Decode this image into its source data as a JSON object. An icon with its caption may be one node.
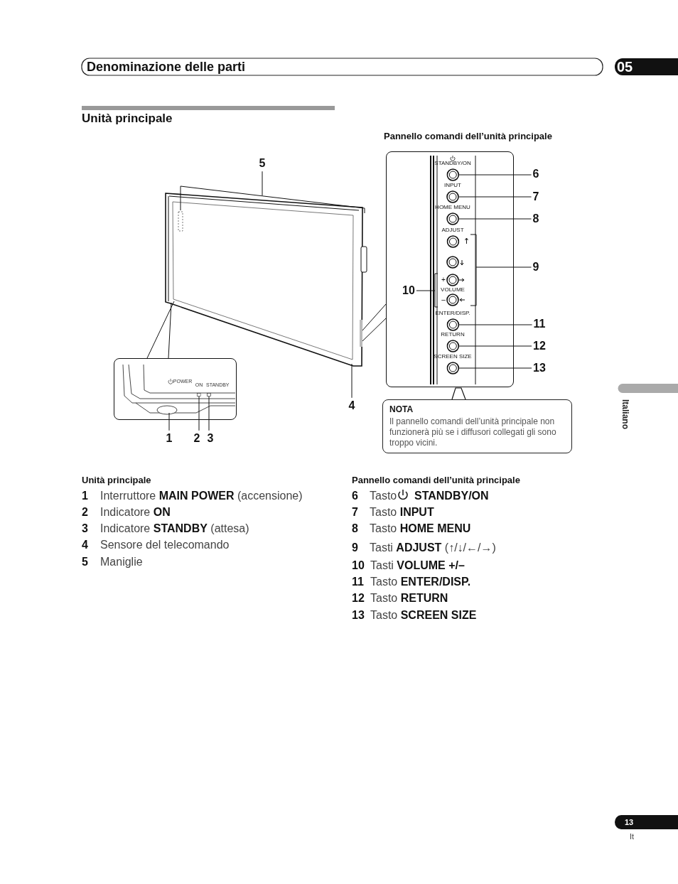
{
  "diagram": {
    "title": "Denominazione delle parti",
    "nodes": [
      {
        "text": [],
        "shape": "picture"
      },
      {
        "text": [],
        "shape": "box"
      },
      {
        "text": [
          "ON"
        ],
        "in": 1
      },
      {
        "text": [
          "STANDBY"
        ],
        "in": 1
      },
      {
        "text": [],
        "shape": "box"
      },
      {
        "text": [
          "STANDBY/ON"
        ],
        "in": 4
      },
      {
        "text": [
          "INPUT"
        ],
        "in": 4
      },
      {
        "text": [
          "HOME MENU"
        ],
        "in": 4
      },
      {
        "text": [
          "ADJUST"
        ],
        "in": 4
      },
      {
        "text": [],
        "shape": "circle",
        "in": 4
      },
      {
        "text": [
          "+"
        ],
        "in": 4
      },
      {
        "text": [
          "–"
        ],
        "in": 4
      },
      {
        "text": [
          "ENTER/DISP."
        ],
        "in": 4
      },
      {
        "text": [
          "RETURN"
        ],
        "in": 4
      },
      {
        "text": [
          "SCREEN SIZE"
        ],
        "in": 4
      },
      {
        "text": [
          "1"
        ]
      },
      {
        "text": [
          "2"
        ]
      },
      {
        "text": [
          "3"
        ]
      },
      {
        "text": [
          "4"
        ]
      },
      {
        "text": [
          "5"
        ]
      },
      {
        "text": [
          "6"
        ]
      },
      {
        "text": [
          "7"
        ]
      },
      {
        "text": [
          "8"
        ]
      },
      {
        "text": [
          "9"
        ]
      },
      {
        "text": [
          "10"
        ],
        "in": 4
      },
      {
        "text": [
          "11"
        ]
      },
      {
        "text": [
          "12"
        ]
      },
      {
        "text": [
          "13"
        ]
      },
      {
        "text": [
          "NOTA",
          "Il pannello comandi dell’unità principale non funzionerà più se i diffusori collegati gli sono troppo vicini."
        ]
      }
    ],
    "edges": [
      {
        "from": 15,
        "to": 1,
        "arrow": "none"
      },
      {
        "from": 16,
        "to": 2,
        "arrow": "none"
      },
      {
        "from": 17,
        "to": 3,
        "arrow": "none"
      },
      {
        "from": 18,
        "to": 0,
        "arrow": "none"
      },
      {
        "from": 19,
        "to": 0,
        "arrow": "none"
      },
      {
        "from": 20,
        "to": 5,
        "arrow": "none"
      },
      {
        "from": 21,
        "to": 6,
        "arrow": "none"
      },
      {
        "from": 22,
        "to": 7,
        "arrow": "none"
      },
      {
        "from": 23,
        "to": 4,
        "arrow": "none"
      },
      {
        "from": 24,
        "to": 4,
        "arrow": "none"
      },
      {
        "from": 25,
        "to": 12,
        "arrow": "none"
      },
      {
        "from": 26,
        "to": 13,
        "arrow": "none"
      },
      {
        "from": 27,
        "to": 14,
        "arrow": "none"
      },
      {
        "from": 0,
        "to": 1,
        "arrow": "none"
      },
      {
        "from": 0,
        "to": 1,
        "arrow": "none"
      },
      {
        "from": 0,
        "to": 4,
        "arrow": "none"
      },
      {
        "from": 0,
        "to": 4,
        "arrow": "none"
      }
    ],
    "labels": [
      "05",
      "Unità principale",
      "Pannello comandi dell’unità principale",
      "VOLUME",
      "POWER",
      "Italiano",
      "Unità principale",
      "1",
      "Interruttore **MAIN POWER** (accensione)",
      "2",
      "Indicatore **ON**",
      "3",
      "Indicatore **STANDBY** (attesa)",
      "4",
      "Sensore del telecomando",
      "5",
      "Maniglie",
      "Pannello comandi dell’unità principale",
      "6",
      "Tasto",
      "STANDBY/ON",
      "7",
      "Tasto **INPUT**",
      "8",
      "Tasto **HOME MENU**",
      "9",
      "Tasti **ADJUST** (↑/↓/←/→)",
      "10",
      "Tasti **VOLUME +/–**",
      "11",
      "Tasto **ENTER/DISP.**",
      "12",
      "Tasto **RETURN**",
      "13",
      "Tasto **SCREEN SIZE**",
      "13",
      "It"
    ]
  }
}
